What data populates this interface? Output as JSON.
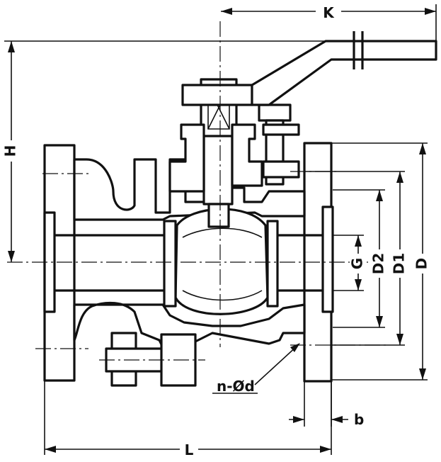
{
  "drawing": {
    "title": "",
    "dimension_labels": {
      "K": "K",
      "H": "H",
      "G": "G",
      "D2": "D2",
      "D1": "D1",
      "D": "D",
      "n_d": "n-Ød",
      "b": "b",
      "L": "L"
    }
  },
  "colors": {
    "ink": "#111111",
    "paper": "#ffffff"
  }
}
